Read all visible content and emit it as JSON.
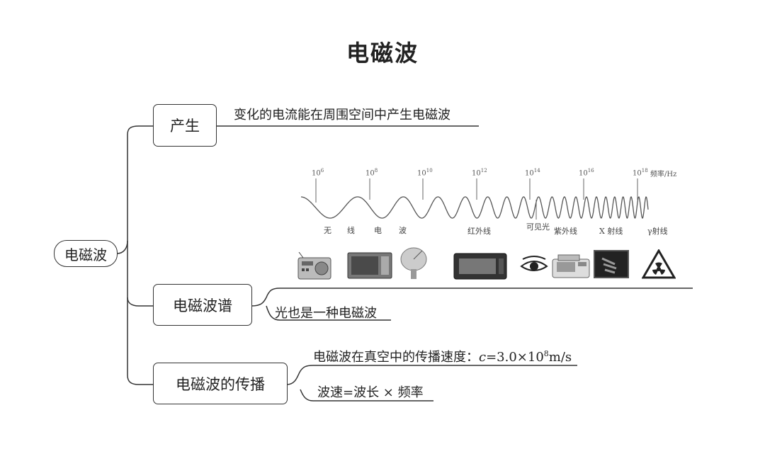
{
  "title": "电磁波",
  "root": "电磁波",
  "branches": {
    "produce": {
      "label": "产生",
      "leaf": "变化的电流能在周围空间中产生电磁波"
    },
    "spectrum": {
      "label": "电磁波谱",
      "leaf": "光也是一种电磁波"
    },
    "propagation": {
      "label": "电磁波的传播",
      "leaf_speed_prefix": "电磁波在真空中的传播速度：",
      "leaf_speed_var": "c",
      "leaf_speed_value": "=3.0×10",
      "leaf_speed_exp": "8",
      "leaf_speed_unit": "m/s",
      "leaf_formula": "波速=波长 × 频率"
    }
  },
  "spectrum_figure": {
    "axis_unit": "频率/Hz",
    "ticks": [
      {
        "base": "10",
        "exp": "6"
      },
      {
        "base": "10",
        "exp": "8"
      },
      {
        "base": "10",
        "exp": "10"
      },
      {
        "base": "10",
        "exp": "12"
      },
      {
        "base": "10",
        "exp": "14"
      },
      {
        "base": "10",
        "exp": "16"
      },
      {
        "base": "10",
        "exp": "18"
      }
    ],
    "bands": [
      "无",
      "线",
      "电",
      "波",
      "红外线",
      "可见光",
      "紫外线",
      "X 射线",
      "γ射线"
    ],
    "icons": [
      "radio-icon",
      "microwave-oven-icon",
      "satellite-dish-icon",
      "toaster-oven-icon",
      "eye-icon",
      "sterilizer-icon",
      "x-ray-film-icon",
      "radiation-warning-icon"
    ]
  }
}
